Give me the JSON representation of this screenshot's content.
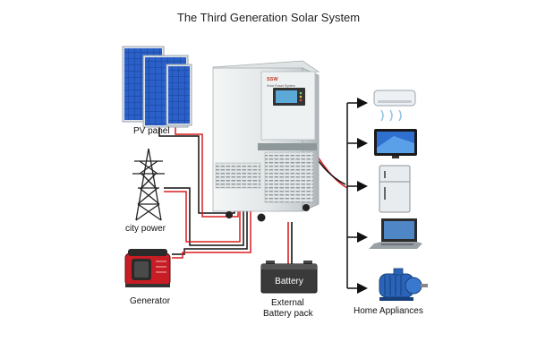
{
  "title": "The Third Generation Solar System",
  "sources": {
    "pv_panel": "PV panel",
    "city_power": "city power",
    "generator": "Generator"
  },
  "inverter": {
    "brand": "SSW",
    "subtitle": "Solar Power System"
  },
  "battery": {
    "case_label": "Battery",
    "caption_line1": "External",
    "caption_line2": "Battery pack"
  },
  "loads": {
    "caption": "Home Appliances",
    "items": [
      "air-conditioner",
      "television",
      "refrigerator",
      "laptop",
      "electric-motor"
    ]
  },
  "colors": {
    "wire_red": "#d81e1e",
    "wire_black": "#111111",
    "panel_blue": "#1f4fae",
    "cabinet": "#e6e9ea",
    "lcd": "#5aa9d6",
    "generator_red": "#c81d25"
  }
}
